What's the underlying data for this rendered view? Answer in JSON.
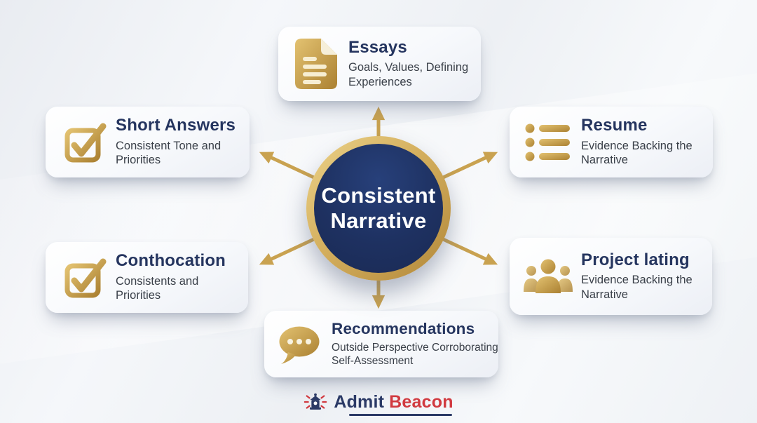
{
  "hub": {
    "line1": "Consistent",
    "line2": "Narrative"
  },
  "cards": [
    {
      "id": "essays",
      "title": "Essays",
      "subtitle": "Goals, Values, Defining Experiences",
      "icon": "document-icon"
    },
    {
      "id": "short-answers",
      "title": "Short Answers",
      "subtitle": "Consistent Tone and Priorities",
      "icon": "checkbox-icon"
    },
    {
      "id": "resume",
      "title": "Resume",
      "subtitle": "Evidence Backing the Narrative",
      "icon": "list-icon"
    },
    {
      "id": "conthocation",
      "title": "Conthocation",
      "subtitle": "Consistents and Priorities",
      "icon": "checkbox-icon"
    },
    {
      "id": "project-lating",
      "title": "Project lating",
      "subtitle": "Evidence Backing the Narrative",
      "icon": "people-icon"
    },
    {
      "id": "recommendations",
      "title": "Recommendations",
      "subtitle": "Outside Perspective Corroborating Self-Assessment",
      "icon": "speech-bubble-icon"
    }
  ],
  "logo": {
    "word1": "Admit",
    "word2": "Beacon",
    "icon": "beacon-icon"
  },
  "colors": {
    "navy": "#25355f",
    "hub_navy": "#1e3161",
    "gold": "#c9a250",
    "gold_light": "#e6c979",
    "gold_dark": "#b2883a",
    "subtitle_gray": "#3a4049",
    "logo_red": "#d13a40",
    "card_bg": "#f7f9fc",
    "background": "#eef1f5"
  }
}
